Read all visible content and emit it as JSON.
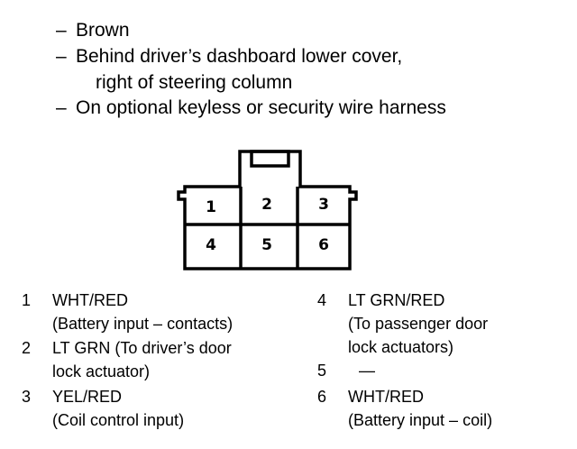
{
  "notes": [
    {
      "dash": "–",
      "text": "Brown"
    },
    {
      "dash": "–",
      "text": "Behind driver’s dashboard lower cover,"
    },
    {
      "dash": "",
      "text": "right of steering column"
    },
    {
      "dash": "–",
      "text": "On optional keyless or security wire harness"
    }
  ],
  "connector": {
    "pins_top": [
      "1",
      "2",
      "3"
    ],
    "pins_bottom": [
      "4",
      "5",
      "6"
    ]
  },
  "pins": [
    {
      "num": "1",
      "text": "WHT/RED",
      "detail": "(Battery input – contacts)"
    },
    {
      "num": "2",
      "text": "LT GRN (To driver’s door",
      "detail": "lock actuator)"
    },
    {
      "num": "3",
      "text": "YEL/RED",
      "detail": "(Coil control input)"
    },
    {
      "num": "4",
      "text": "LT GRN/RED",
      "detail": "(To passenger door",
      "detail2": "lock actuators)"
    },
    {
      "num": "5",
      "text": "—",
      "detail": ""
    },
    {
      "num": "6",
      "text": "WHT/RED",
      "detail": "(Battery input – coil)"
    }
  ]
}
